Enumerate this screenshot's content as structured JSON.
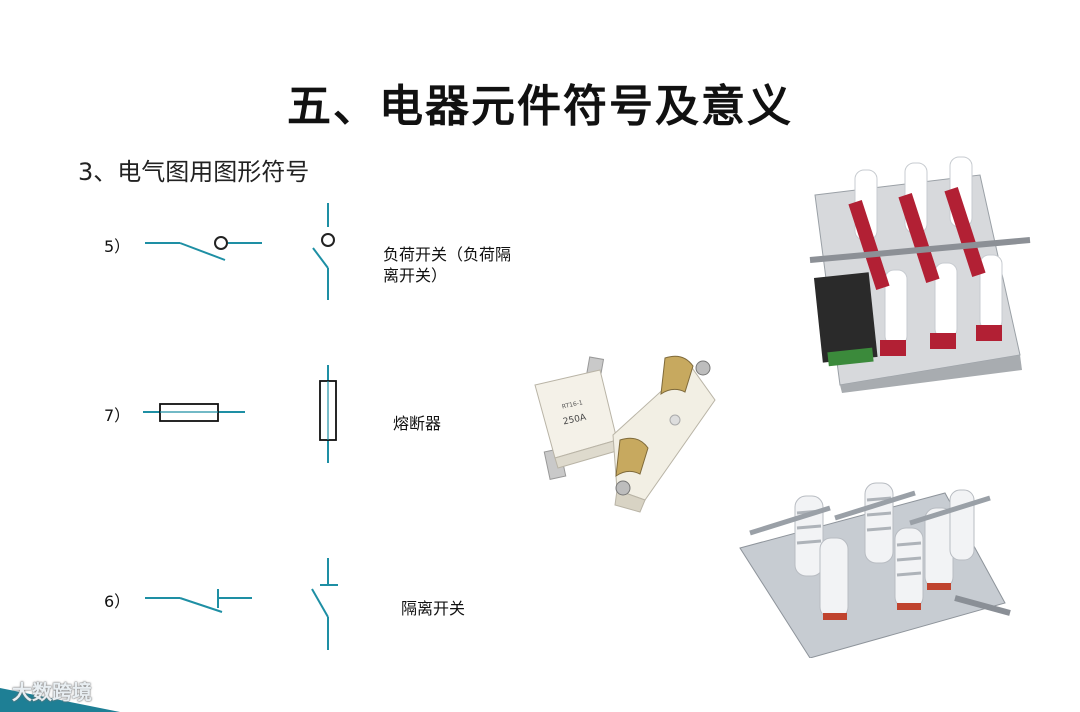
{
  "slide": {
    "title": "五、电器元件符号及意义",
    "subtitle": "3、电气图用图形符号"
  },
  "symbols": [
    {
      "number": "5）",
      "description": "负荷开关（负荷隔离开关）"
    },
    {
      "number": "7）",
      "description": "熔断器"
    },
    {
      "number": "6）",
      "description": "隔离开关"
    }
  ],
  "watermark": "大数跨境",
  "colors": {
    "symbol_line": "#1e8fa4",
    "fuse_line": "#111111",
    "photo_red": "#b22034"
  }
}
